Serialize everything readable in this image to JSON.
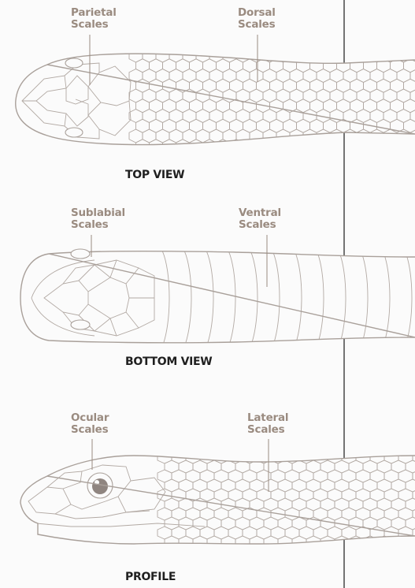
{
  "views": [
    {
      "caption": "TOP VIEW",
      "labels": [
        {
          "line1": "Parietal",
          "line2": "Scales"
        },
        {
          "line1": "Dorsal",
          "line2": "Scales"
        }
      ]
    },
    {
      "caption": "BOTTOM VIEW",
      "labels": [
        {
          "line1": "Sublabial",
          "line2": "Scales"
        },
        {
          "line1": "Ventral",
          "line2": "Scales"
        }
      ]
    },
    {
      "caption": "PROFILE",
      "labels": [
        {
          "line1": "Ocular",
          "line2": "Scales"
        },
        {
          "line1": "Lateral",
          "line2": "Scales"
        }
      ]
    }
  ],
  "colors": {
    "outline": "#a9a09a",
    "scale_line": "#b2a9a3",
    "label": "#9a8b80",
    "caption": "#1f1f1f",
    "divider": "#2b2b2b",
    "eye": "#8f8580"
  }
}
